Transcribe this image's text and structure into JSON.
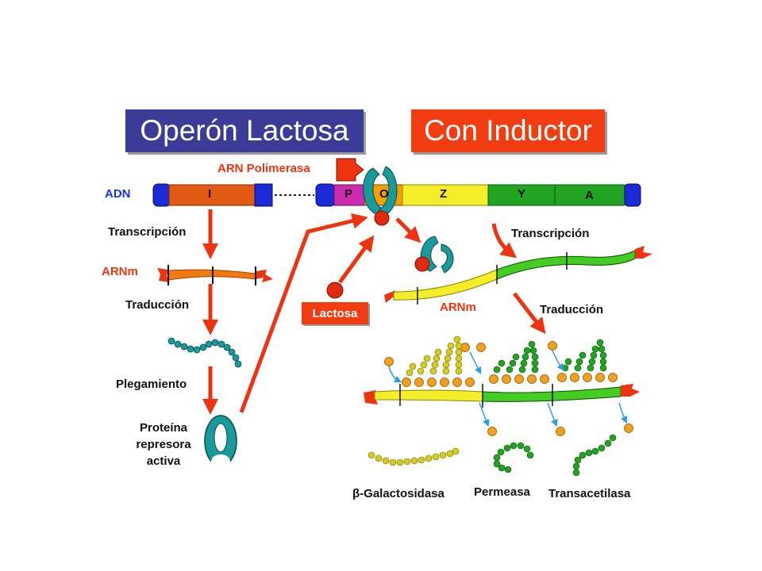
{
  "titles": {
    "left": "Operón Lactosa",
    "right": "Con Inductor"
  },
  "labels": {
    "arn_polimerasa": "ARN Polimerasa",
    "adn": "ADN",
    "transcripcion_left": "Transcripción",
    "arnm_left": "ARNm",
    "traduccion_left": "Traducción",
    "plegamiento": "Plegamiento",
    "proteina_line1": "Proteína",
    "proteina_line2": "represora",
    "proteina_line3": "activa",
    "lactosa": "Lactosa",
    "transcripcion_right": "Transcripción",
    "arnm_right": "ARNm",
    "traduccion_right": "Traducción",
    "beta_galactosidasa": "β-Galactosidasa",
    "permeasa": "Permeasa",
    "transacetilasa": "Transacetilasa"
  },
  "genes": {
    "i": "I",
    "p": "P",
    "o": "O",
    "z": "Z",
    "y": "Y",
    "a": "A"
  },
  "colors": {
    "title_left": "#3b3b98",
    "title_right": "#f23c12",
    "gene_i": "#e05a14",
    "gene_p": "#cc2bb0",
    "gene_o": "#f5a000",
    "gene_z": "#f4ee2a",
    "gene_ya": "#22a322",
    "dna_cap": "#1a2ad6",
    "arrow": "#ee3311",
    "repressor": "#1a9a9a",
    "ribosome": "#f3a020"
  }
}
